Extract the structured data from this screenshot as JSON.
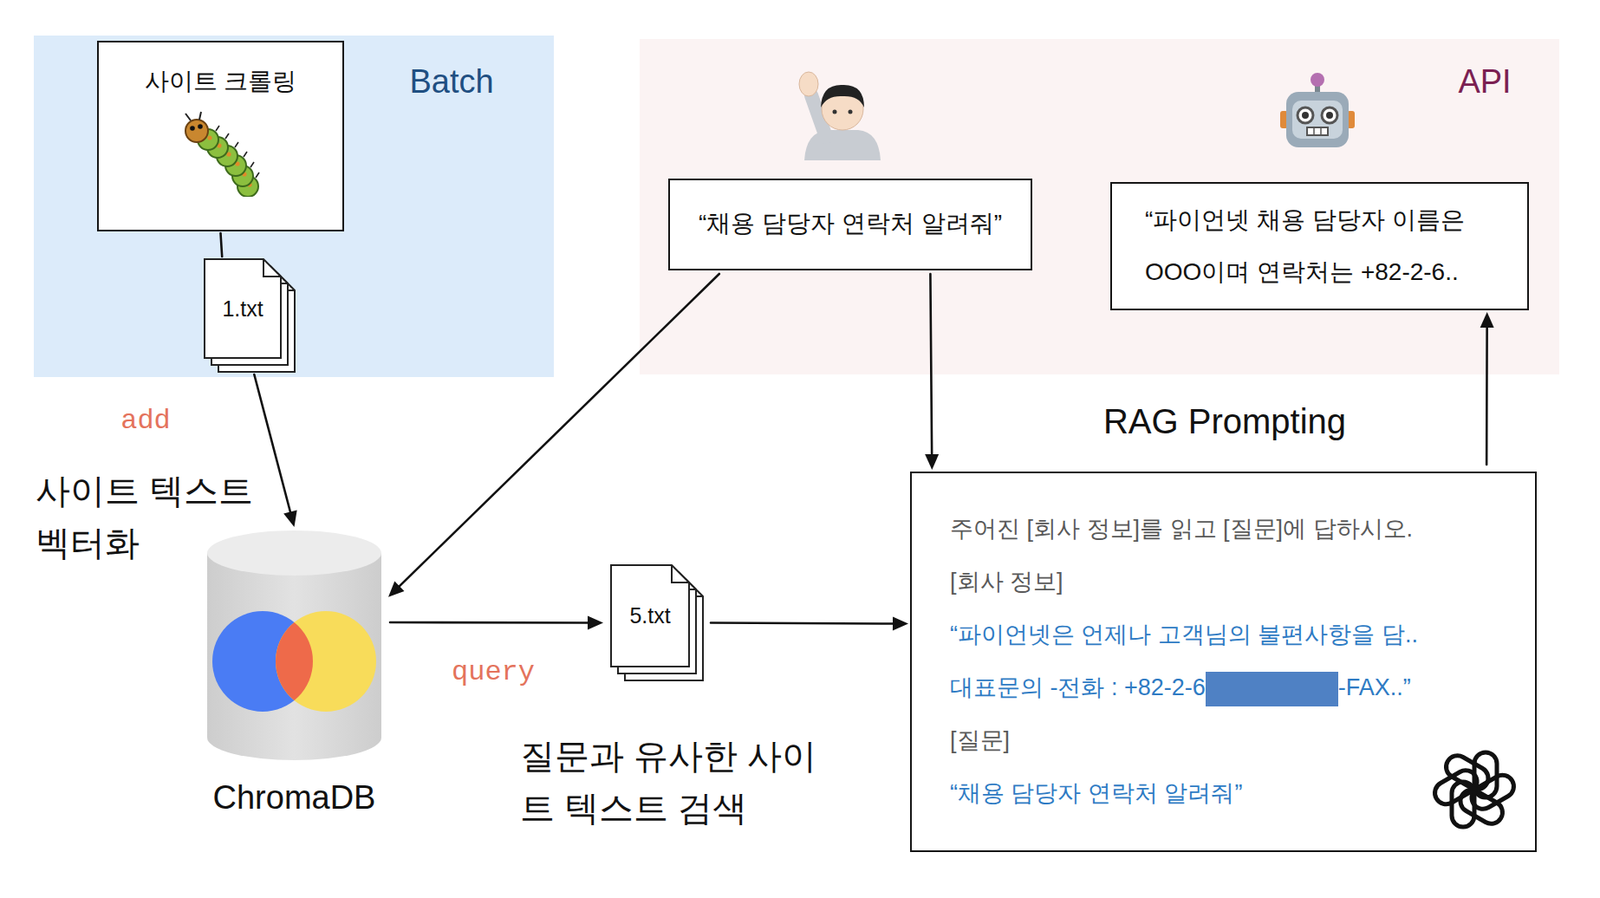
{
  "diagram": {
    "nodes": [
      {
        "text": [
          "Batch"
        ]
      },
      {
        "text": [
          "사이트 크롤링"
        ],
        "in": 0
      },
      {
        "text": [
          "1.txt"
        ],
        "in": 0
      },
      {
        "text": [
          "API"
        ]
      },
      {
        "text": [
          "“채용 담당자 연락처 알려줘”"
        ],
        "in": 3
      },
      {
        "text": [
          "“파이언넷 채용 담당자 이름은 OOO이며 연락처는 +82-2-6.."
        ],
        "in": 3
      },
      {
        "text": [
          "ChromaDB"
        ]
      },
      {
        "text": [
          "5.txt"
        ]
      },
      {
        "text": [
          "주어진 [회사 정보]를 읽고 [질문]에 답하시오.",
          "[회사 정보]",
          "“파이언넷은 언제나 고객님의 불편사항을 담..",
          "대표문의 -전화 : +82-2-6",
          "-FAX..”",
          "[질문]",
          "“채용 담당자 연락처 알려줘”"
        ]
      }
    ],
    "edges": [
      {
        "from": 1,
        "to": 2,
        "arrow": "none"
      },
      {
        "from": 2,
        "to": 6,
        "arrow": "to"
      },
      {
        "from": 4,
        "to": 6,
        "arrow": "to"
      },
      {
        "from": 4,
        "to": 8,
        "arrow": "to"
      },
      {
        "from": 6,
        "to": 7,
        "arrow": "to"
      },
      {
        "from": 7,
        "to": 8,
        "arrow": "to"
      },
      {
        "from": 8,
        "to": 5,
        "arrow": "to"
      }
    ],
    "labels": [
      "add",
      "사이트 텍스트 벡터화",
      "query",
      "질문과 유사한 사이트 텍스트 검색",
      "RAG Prompting"
    ]
  }
}
